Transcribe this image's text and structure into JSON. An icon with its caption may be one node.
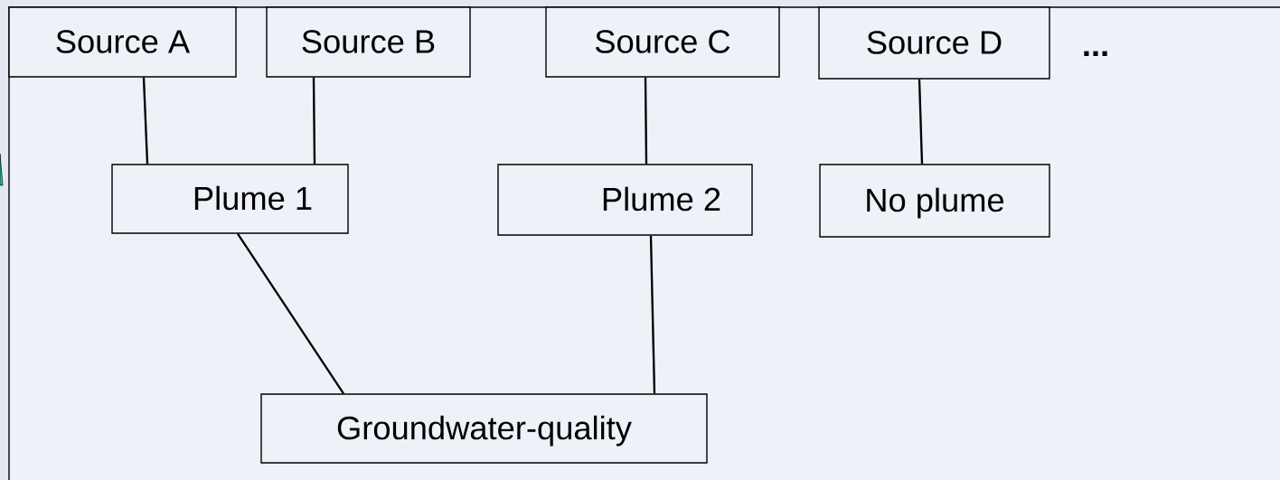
{
  "diagram": {
    "nodes": [
      {
        "text": [
          "Source A"
        ]
      },
      {
        "text": [
          "Source B"
        ]
      },
      {
        "text": [
          "Source C"
        ]
      },
      {
        "text": [
          "Source D"
        ]
      },
      {
        "text": [
          "Plume 1"
        ]
      },
      {
        "text": [
          "Plume 2"
        ]
      },
      {
        "text": [
          "No plume"
        ]
      },
      {
        "text": [
          "Groundwater-quality"
        ]
      }
    ],
    "edges": [
      {
        "from": 0,
        "to": 4,
        "arrow": "none"
      },
      {
        "from": 1,
        "to": 4,
        "arrow": "none"
      },
      {
        "from": 2,
        "to": 5,
        "arrow": "none"
      },
      {
        "from": 3,
        "to": 6,
        "arrow": "none"
      },
      {
        "from": 4,
        "to": 7,
        "arrow": "none"
      },
      {
        "from": 5,
        "to": 7,
        "arrow": "none"
      }
    ],
    "labels": [
      "..."
    ]
  }
}
